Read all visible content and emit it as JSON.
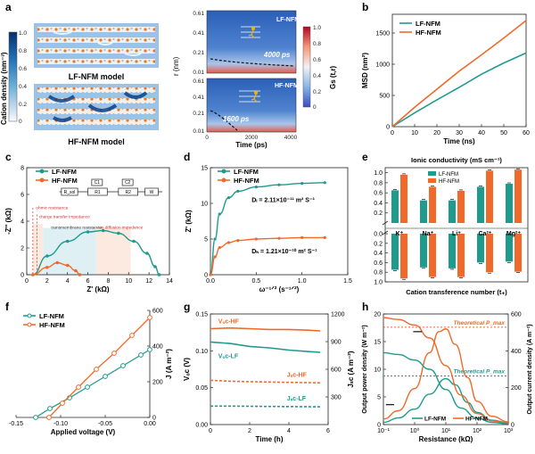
{
  "colors": {
    "lf": "#1f9b8e",
    "hf": "#ef6a2a",
    "dark": "#222222"
  },
  "legend": {
    "lf": "LF-NFM",
    "hf": "HF-NFM"
  },
  "panel_a": {
    "label": "a",
    "colorbar_title": "Cation density (nm⁻³)",
    "colorbar_ticks": [
      "1.0",
      "0.8",
      "0.6",
      "0.4",
      "0.2",
      "0"
    ],
    "lf_model": "LF-NFM model",
    "hf_model": "HF-NFM model",
    "ylabel": "r (nm)",
    "y_ticks": [
      "0.61",
      "0.41",
      "0.21",
      "0.01"
    ],
    "xlabel": "Time (ps)",
    "x_ticks": [
      "0",
      "2000",
      "4000"
    ],
    "lf_tag": "LF-NFM",
    "lf_time": "4000 ps",
    "hf_tag": "HF-NFM",
    "hf_time": "1600 ps",
    "gs_title": "Gs (t,r)",
    "gs_ticks": [
      "1.0",
      "0.8",
      "0.6",
      "0.4",
      "0.2",
      "0"
    ]
  },
  "chart_data": [
    {
      "id": "b",
      "type": "line",
      "xlabel": "Time (ns)",
      "ylabel": "MSD (nm²)",
      "xlim": [
        0,
        60
      ],
      "ylim": [
        0,
        1800
      ],
      "x_ticks": [
        0,
        10,
        20,
        30,
        40,
        50,
        60
      ],
      "y_ticks": [
        0,
        500,
        1000,
        1500
      ],
      "series": [
        {
          "name": "LF-NFM",
          "x": [
            0,
            10,
            20,
            30,
            40,
            50,
            60
          ],
          "y": [
            0,
            220,
            430,
            630,
            840,
            1020,
            1180
          ]
        },
        {
          "name": "HF-NFM",
          "x": [
            0,
            10,
            20,
            30,
            40,
            50,
            60
          ],
          "y": [
            0,
            310,
            600,
            890,
            1150,
            1420,
            1700
          ]
        }
      ]
    },
    {
      "id": "c",
      "type": "scatter",
      "xlabel": "Z' (kΩ)",
      "ylabel": "-Z'' (kΩ)",
      "xlim": [
        0,
        14
      ],
      "ylim": [
        0,
        8
      ],
      "x_ticks": [
        0,
        2,
        4,
        6,
        8,
        10,
        12,
        14
      ],
      "y_ticks": [
        0,
        2,
        4,
        6,
        8
      ],
      "annotations": [
        "ohmic resistance",
        "charge transfer impedance",
        "transmembrane resistance",
        "ion diffusion impedance"
      ],
      "circuit": {
        "rs": "R_sol",
        "c1": "C1",
        "r1": "R1",
        "c2": "C2",
        "r2": "R2",
        "w": "W"
      },
      "series": [
        {
          "name": "LF-NFM",
          "x": [
            0.6,
            2,
            4,
            6,
            7.5,
            9,
            10.5,
            11.8,
            12.6,
            13.0
          ],
          "y": [
            0.0,
            1.4,
            2.5,
            3.2,
            3.3,
            3.1,
            2.5,
            1.6,
            0.6,
            0.0
          ]
        },
        {
          "name": "HF-NFM",
          "x": [
            0.6,
            2,
            3,
            4,
            4.8,
            5.2
          ],
          "y": [
            0.0,
            0.55,
            0.9,
            0.7,
            0.3,
            0.0
          ]
        }
      ]
    },
    {
      "id": "d",
      "type": "line",
      "xlabel": "ω⁻¹ᐟ² (s⁻¹ᐟ²)",
      "ylabel": "Z' (kΩ)",
      "xlim": [
        0,
        1.5
      ],
      "ylim": [
        0,
        15
      ],
      "x_ticks": [
        0,
        0.5,
        1.0,
        1.5
      ],
      "y_ticks": [
        0,
        5,
        10,
        15
      ],
      "annotations": [
        "Dₗ = 2.11×10⁻¹¹ m² S⁻¹",
        "Dₕ = 1.21×10⁻¹⁰ m² S⁻¹"
      ],
      "series": [
        {
          "name": "LF-NFM",
          "x": [
            0,
            0.05,
            0.1,
            0.2,
            0.3,
            0.5,
            0.75,
            1.0,
            1.25
          ],
          "y": [
            0,
            5,
            8.5,
            10.8,
            11.7,
            12.3,
            12.6,
            12.8,
            12.9
          ]
        },
        {
          "name": "HF-NFM",
          "x": [
            0,
            0.05,
            0.1,
            0.2,
            0.3,
            0.5,
            0.75,
            1.0,
            1.25
          ],
          "y": [
            0,
            2.5,
            3.8,
            4.5,
            4.8,
            5.0,
            5.1,
            5.2,
            5.2
          ]
        }
      ]
    },
    {
      "id": "e",
      "type": "bar",
      "title": "Ionic conductivity (mS cm⁻¹)",
      "xlabel": "Cation transference number (t₊)",
      "categories": [
        "K⁺",
        "Na⁺",
        "Li⁺",
        "Ca²⁺",
        "Mg²⁺"
      ],
      "top_ticks": [
        "0.2",
        "0.4",
        "0.6",
        "0.8",
        "1.0"
      ],
      "bottom_ticks": [
        "0.0",
        "0.2",
        "0.4",
        "0.6",
        "0.8",
        "1.0"
      ],
      "series": [
        {
          "name": "LF-NFM",
          "conductivity": [
            0.65,
            0.45,
            0.45,
            0.72,
            0.78
          ],
          "transference": [
            0.75,
            0.7,
            0.72,
            0.6,
            0.58
          ]
        },
        {
          "name": "HF-NFM",
          "conductivity": [
            0.96,
            0.72,
            0.64,
            1.04,
            1.06
          ],
          "transference": [
            0.93,
            0.9,
            0.9,
            0.8,
            0.79
          ]
        }
      ]
    },
    {
      "id": "f",
      "type": "line",
      "xlabel": "Applied voltage (V)",
      "ylabel": "J (A m⁻²)",
      "xlim": [
        -0.15,
        0.0
      ],
      "ylim": [
        0,
        600
      ],
      "x_ticks": [
        -0.15,
        -0.1,
        -0.05,
        0.0
      ],
      "y_ticks": [
        0,
        200,
        400,
        600
      ],
      "series": [
        {
          "name": "LF-NFM",
          "x": [
            -0.128,
            -0.112,
            -0.09,
            -0.07,
            -0.05,
            -0.03,
            -0.01,
            0.0
          ],
          "y": [
            0,
            50,
            110,
            170,
            230,
            290,
            350,
            380
          ]
        },
        {
          "name": "HF-NFM",
          "x": [
            -0.113,
            -0.098,
            -0.08,
            -0.06,
            -0.04,
            -0.02,
            0.0
          ],
          "y": [
            0,
            80,
            170,
            270,
            360,
            460,
            560
          ]
        }
      ]
    },
    {
      "id": "g",
      "type": "line",
      "xlabel": "Time (h)",
      "ylabel": "Vₒc (V)",
      "y2label": "Jₛc (A m⁻²)",
      "xlim": [
        0,
        6
      ],
      "ylim": [
        0,
        0.15
      ],
      "y2lim": [
        0,
        1200
      ],
      "x_ticks": [
        0,
        2,
        4,
        6
      ],
      "y_ticks": [
        0.0,
        0.05,
        0.1,
        0.15
      ],
      "y2_ticks": [
        300,
        600,
        900,
        1200
      ],
      "labels": [
        "Vₒc-HF",
        "Vₒc-LF",
        "Jₛc-HF",
        "Jₛc-LF"
      ],
      "series": [
        {
          "name": "Vₒc-HF",
          "x": [
            0,
            1,
            2,
            3,
            4,
            5,
            5.6
          ],
          "y": [
            0.13,
            0.131,
            0.13,
            0.129,
            0.129,
            0.128,
            0.127
          ]
        },
        {
          "name": "Vₒc-LF",
          "x": [
            0,
            1,
            2,
            3,
            4,
            5,
            5.6
          ],
          "y": [
            0.112,
            0.11,
            0.106,
            0.104,
            0.101,
            0.099,
            0.098
          ]
        },
        {
          "name": "Jₛc-HF",
          "x": [
            0,
            1,
            2,
            3,
            4,
            5,
            5.6
          ],
          "y": [
            480,
            470,
            465,
            462,
            458,
            455,
            452
          ]
        },
        {
          "name": "Jₛc-LF",
          "x": [
            0,
            1,
            2,
            3,
            4,
            5,
            5.6
          ],
          "y": [
            200,
            200,
            198,
            196,
            195,
            194,
            193
          ]
        }
      ]
    },
    {
      "id": "h",
      "type": "line",
      "xlabel": "Resistance (kΩ)",
      "ylabel": "Output power density (W m⁻²)",
      "y2label": "Output current density (A m⁻²)",
      "x_scale": "log",
      "xlim": [
        0.1,
        1000
      ],
      "ylim": [
        0,
        20
      ],
      "y2lim": [
        0,
        600
      ],
      "x_ticks": [
        "10⁻¹",
        "10⁰",
        "10¹",
        "10²",
        "10³"
      ],
      "y_ticks": [
        0,
        5,
        10,
        15,
        20
      ],
      "y2_ticks": [
        0,
        200,
        400,
        600
      ],
      "annotations": [
        "Theoretical P_max",
        "Theoretical P_max"
      ],
      "series": [
        {
          "name": "HF-NFM power",
          "x": [
            0.1,
            0.3,
            1,
            3,
            6,
            10,
            20,
            50,
            100,
            300,
            1000
          ],
          "y": [
            1.0,
            2.5,
            6.5,
            13,
            16.8,
            17.3,
            14.5,
            8.5,
            4.2,
            1.5,
            0.5
          ]
        },
        {
          "name": "LF-NFM power",
          "x": [
            0.1,
            0.3,
            1,
            3,
            10,
            20,
            50,
            100,
            300,
            1000
          ],
          "y": [
            0.4,
            1.2,
            2.8,
            5.5,
            8.3,
            7.2,
            4.0,
            2.2,
            0.8,
            0.3
          ]
        },
        {
          "name": "HF-NFM current",
          "x": [
            0.1,
            0.3,
            1,
            3,
            10,
            30,
            100,
            300,
            1000
          ],
          "y": [
            580,
            570,
            540,
            470,
            320,
            160,
            60,
            20,
            7
          ]
        },
        {
          "name": "LF-NFM current",
          "x": [
            0.1,
            0.3,
            1,
            3,
            10,
            30,
            100,
            300,
            1000
          ],
          "y": [
            390,
            380,
            350,
            300,
            190,
            90,
            35,
            12,
            4
          ]
        }
      ]
    }
  ]
}
